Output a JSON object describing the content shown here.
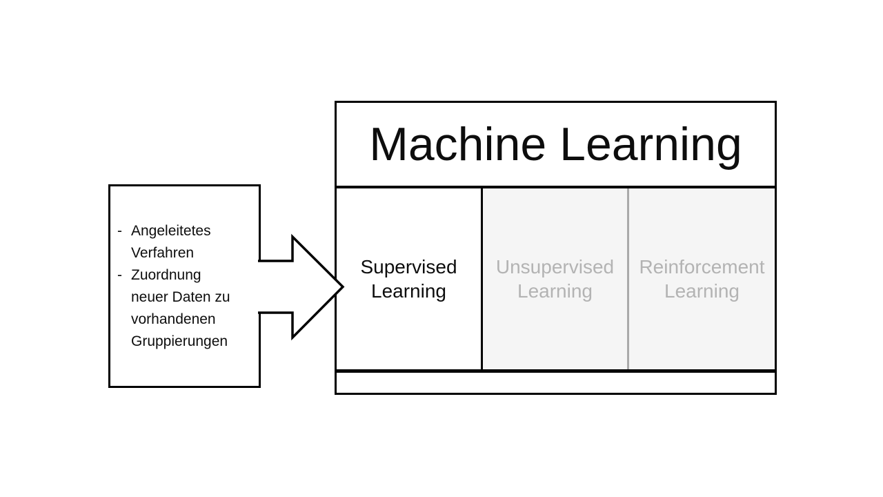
{
  "diagram": {
    "note_box": {
      "items": [
        {
          "bullet": "-",
          "text": "Angeleitetes Verfahren"
        },
        {
          "bullet": "-",
          "text": "Zuordnung neuer Daten zu vorhandenen Gruppierungen"
        }
      ]
    },
    "arrow": {
      "shape": "block-arrow-right",
      "fill": "#ffffff",
      "stroke": "#000000"
    },
    "ml_box": {
      "title": "Machine Learning",
      "categories": [
        {
          "label": "Supervised Learning",
          "active": true
        },
        {
          "label": "Unsupervised Learning",
          "active": false
        },
        {
          "label": "Reinforcement Learning",
          "active": false
        }
      ]
    },
    "colors": {
      "stroke": "#000000",
      "active_text": "#0d0d0d",
      "inactive_text": "#b3b3b3",
      "inactive_bg": "#f5f5f5",
      "gray_divider": "#a9a9a9",
      "background": "#ffffff"
    }
  }
}
